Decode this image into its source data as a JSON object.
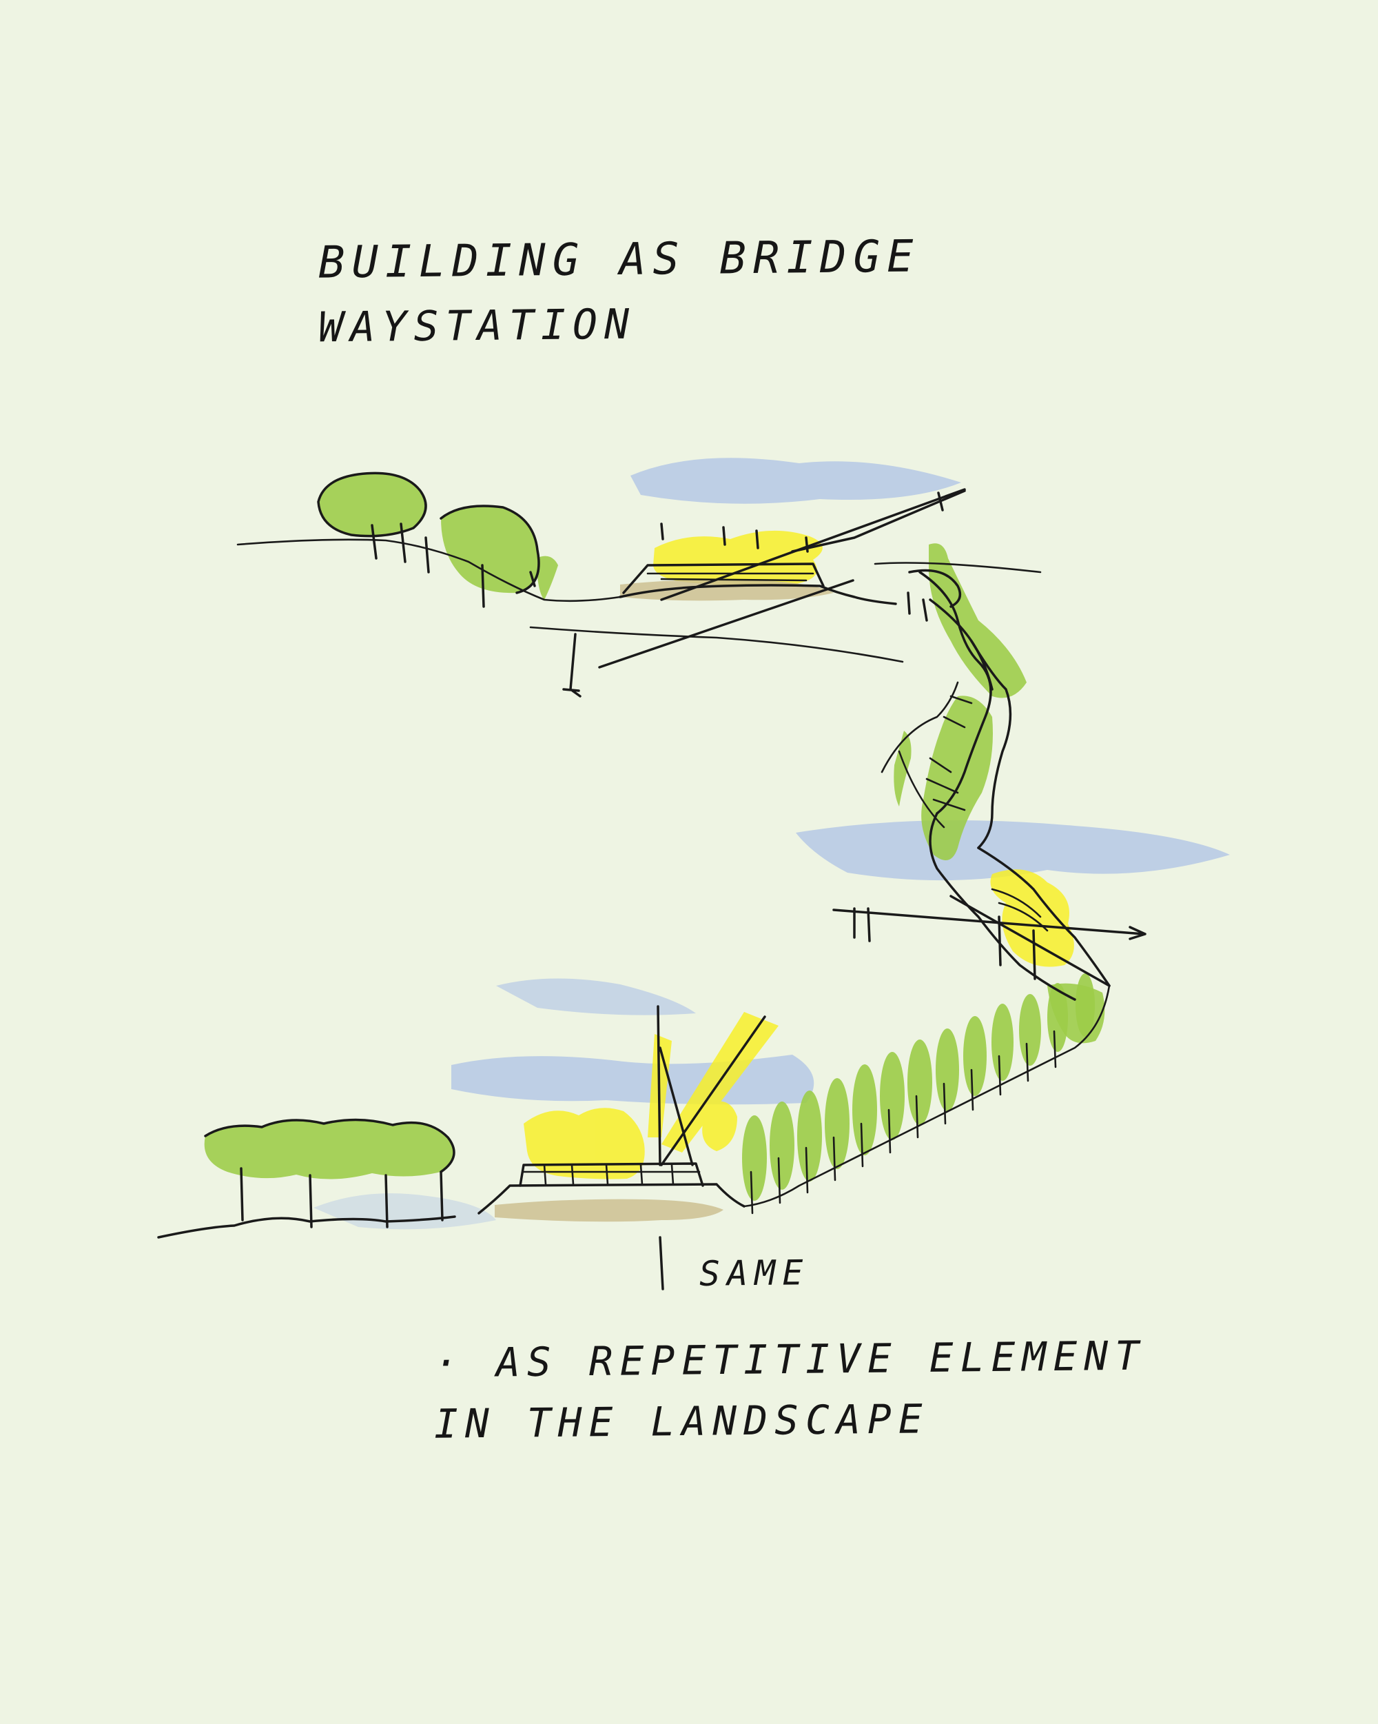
{
  "annotations": {
    "title_line1": "BUILDING AS BRIDGE",
    "title_line2": "WAYSTATION",
    "label_same": "SAME",
    "note_line1": "· AS REPETITIVE ELEMENT",
    "note_line2": "IN THE LANDSCAPE"
  },
  "palette": {
    "paper": "#eef4e3",
    "ink": "#1a1a1a",
    "foliage": "#9ccc47",
    "highlight": "#f7ef2a",
    "sky_wash": "#a9bfe6",
    "earth": "#cdbf92"
  }
}
